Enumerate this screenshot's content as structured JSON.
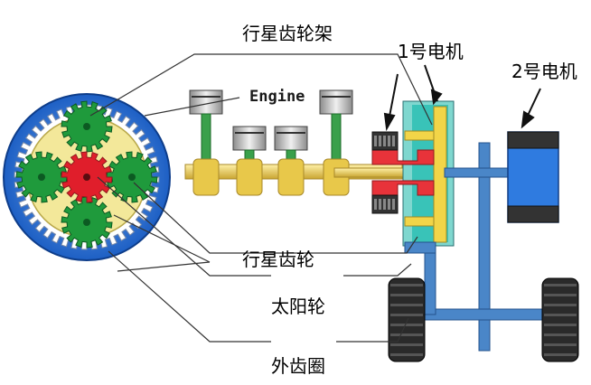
{
  "labels": {
    "planet_carrier": "行星齿轮架",
    "motor1": "1号电机",
    "motor2": "2号电机",
    "engine": "Engine",
    "planet_gear": "行星齿轮",
    "sun_gear": "太阳轮",
    "ring_gear": "外齿圈"
  },
  "colors": {
    "planet_gear": "#1f9a3c",
    "sun_gear": "#e01e2b",
    "carrier": "#f3e89a",
    "ring_bg": "#1d6fd8",
    "shaft": "#e8c84a",
    "motor_rotor": "#e8333a",
    "motor_stator": "#3a3a3a",
    "motor2_body": "#2f7be0",
    "frame": "#4a86c8"
  }
}
